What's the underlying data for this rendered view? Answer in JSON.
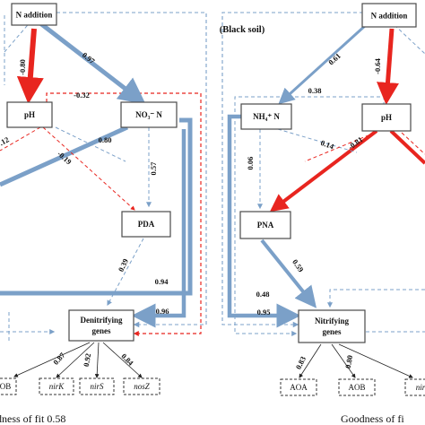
{
  "panel_title": "(Black soil)",
  "colors": {
    "positive": "#7ba0c8",
    "negative": "#e8251f",
    "neutral": "#222222"
  },
  "left": {
    "nodes": {
      "n_addition": "N addition",
      "ph": "pH",
      "no3": "NO₃⁻ N",
      "pda": "PDA",
      "denitrifying_1": "Denitrifying",
      "denitrifying_2": "genes"
    },
    "genes": [
      "OB",
      "nirK",
      "nirS",
      "nosZ"
    ],
    "coefficients": [
      "-0.80",
      "0.97",
      "-0.32",
      "0.80",
      "-0.19",
      ".12",
      "0.57",
      "0.39",
      "0.94",
      "0.96",
      "0.87",
      "0.92",
      "0.84"
    ],
    "fit": "dness of fit 0.58"
  },
  "right": {
    "nodes": {
      "n_addition": "N addition",
      "nh4": "NH₄⁺ N",
      "ph": "pH",
      "pna": "PNA",
      "nitrifying_1": "Nitrifying",
      "nitrifying_2": "genes"
    },
    "genes": [
      "AOA",
      "AOB",
      "nirK"
    ],
    "coefficients": [
      "0.61",
      "-0.64",
      "0.38",
      "0.14",
      "-0.81",
      "0.06",
      "0.59",
      "0.48",
      "0.95",
      "0.83",
      "0.80"
    ],
    "fit": "Goodness of fi"
  }
}
